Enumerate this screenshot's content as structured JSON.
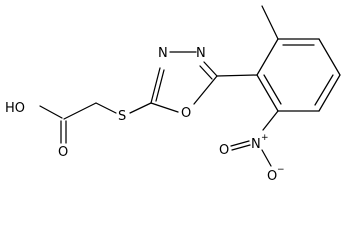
{
  "molecule": {
    "atoms": {
      "hydroxyl": "HO",
      "carbonyl_oxygen": "O",
      "sulfur": "S",
      "nitrogen_3": "N",
      "nitrogen_4": "N",
      "ring_oxygen": "O",
      "nitro_nitrogen": "N",
      "nitro_nitrogen_charge": "+",
      "nitro_oxygen_double": "O",
      "nitro_oxygen_single": "O",
      "nitro_oxygen_charge": "−"
    }
  },
  "colors": {
    "bond": "#000000",
    "label": "#000000",
    "background": "#ffffff"
  }
}
